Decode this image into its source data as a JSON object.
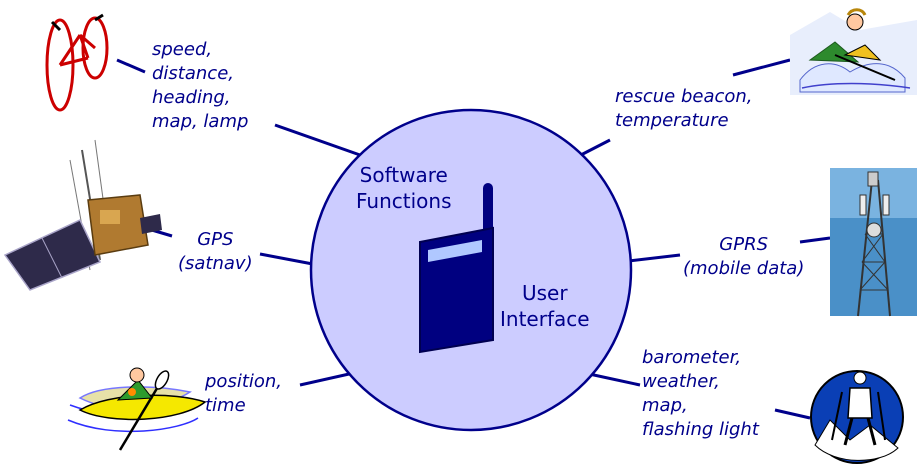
{
  "colors": {
    "circle_fill": "#ccccff",
    "line": "#00008b",
    "text": "#00008b",
    "device_fill": "#000080",
    "device_screen": "#b0c8ff"
  },
  "center": {
    "software_functions": [
      "Software",
      "Functions"
    ],
    "user_interface": [
      "User",
      "Interface"
    ],
    "device_icon": "handheld-device-icon"
  },
  "features": {
    "speed": {
      "lines": [
        "speed,",
        "distance,",
        "heading,",
        "map, lamp"
      ],
      "icon": "bicycle-icon"
    },
    "gps": {
      "lines": [
        "GPS",
        "(satnav)"
      ],
      "icon": "satellite-icon"
    },
    "position": {
      "lines": [
        "position,",
        "time"
      ],
      "icon": "kayaker-icon"
    },
    "rescue": {
      "lines": [
        "rescue beacon,",
        "temperature"
      ],
      "icon": "rafting-icon"
    },
    "gprs": {
      "lines": [
        "GPRS",
        "(mobile data)"
      ],
      "icon": "cell-tower-icon"
    },
    "barometer": {
      "lines": [
        "barometer,",
        "weather,",
        "map,",
        "flashing light"
      ],
      "icon": "hiker-icon"
    }
  }
}
